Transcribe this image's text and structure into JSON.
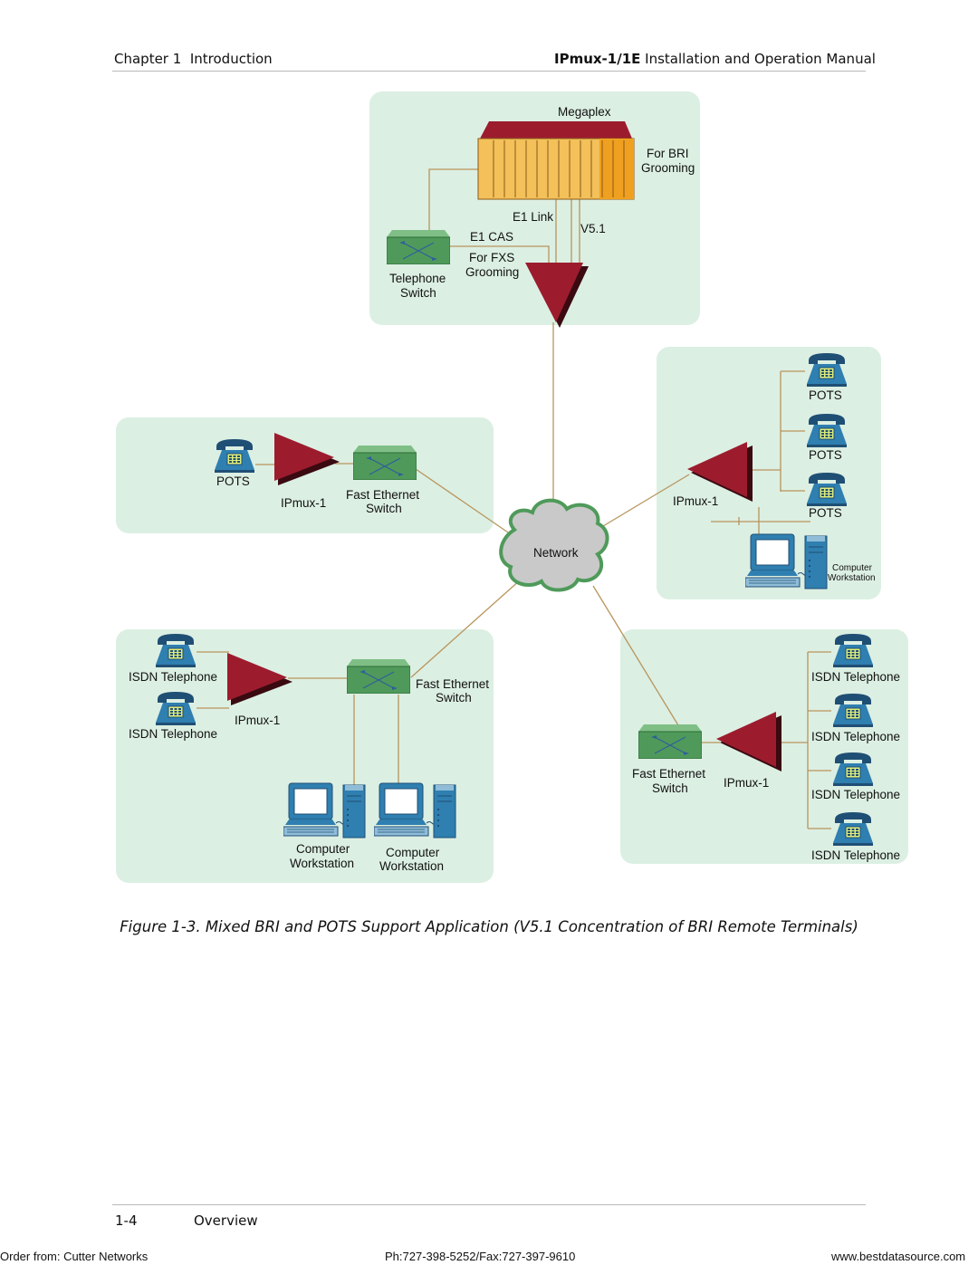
{
  "header": {
    "chapter": "Chapter 1",
    "section": "Introduction",
    "product": "IPmux-1/1E",
    "manual": "Installation and Operation Manual"
  },
  "diagram": {
    "top": {
      "megaplex": "Megaplex",
      "for_bri_1": "For BRI",
      "for_bri_2": "Grooming",
      "e1_link": "E1 Link",
      "v51": "V5.1",
      "e1_cas": "E1 CAS",
      "for_fxs_1": "For FXS",
      "for_fxs_2": "Grooming",
      "tel_switch_1": "Telephone",
      "tel_switch_2": "Switch"
    },
    "network": "Network",
    "left": {
      "pots": "POTS",
      "ipmux": "IPmux-1",
      "fe_1": "Fast Ethernet",
      "fe_2": "Switch"
    },
    "right": {
      "pots_1": "POTS",
      "pots_2": "POTS",
      "pots_3": "POTS",
      "ipmux": "IPmux-1",
      "cw_1": "Computer",
      "cw_2": "Workstation"
    },
    "bottom_left": {
      "isdn_1": "ISDN Telephone",
      "isdn_2": "ISDN Telephone",
      "ipmux": "IPmux-1",
      "fe_1": "Fast Ethernet",
      "fe_2": "Switch",
      "cw_a1": "Computer",
      "cw_a2": "Workstation",
      "cw_b1": "Computer",
      "cw_b2": "Workstation"
    },
    "bottom_right": {
      "isdn_1": "ISDN Telephone",
      "isdn_2": "ISDN Telephone",
      "isdn_3": "ISDN Telephone",
      "isdn_4": "ISDN Telephone",
      "fe_1": "Fast Ethernet",
      "fe_2": "Switch",
      "ipmux": "IPmux-1"
    }
  },
  "caption": "Figure 1-3.  Mixed BRI and POTS Support Application (V5.1 Concentration of BRI Remote Terminals)",
  "footer": {
    "page": "1-4",
    "section": "Overview",
    "order": "Order from: Cutter Networks",
    "phone": "Ph:727-398-5252/Fax:727-397-9610",
    "site": "www.bestdatasource.com"
  },
  "colors": {
    "panel": "#dcefe3",
    "ipmux": "#9c1c2e",
    "link": "#b8955c",
    "switch": "#4f9a5a",
    "megaplex_body": "#f3c05a",
    "megaplex_top": "#9c1c2e",
    "phone": "#2f6f9a",
    "cloud": "#c9c9c9"
  }
}
